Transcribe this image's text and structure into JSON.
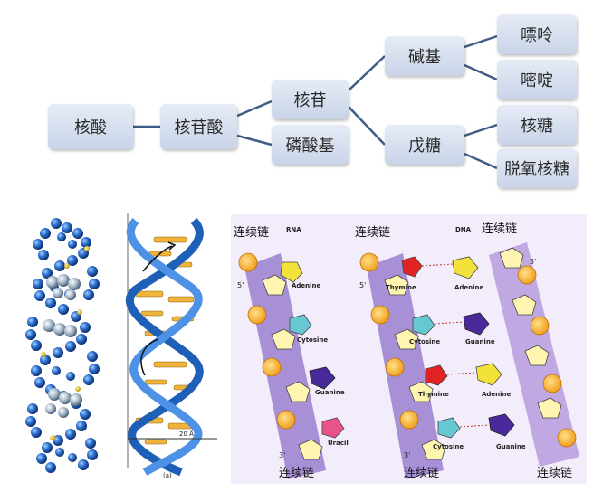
{
  "tree": {
    "root": "核酸",
    "nucleotide": "核苷酸",
    "nucleoside": "核苷",
    "phosphate": "磷酸基",
    "base": "碱基",
    "pentose": "戊糖",
    "purine": "嘌呤",
    "pyrimidine": "嘧啶",
    "ribose": "核糖",
    "deoxyribose": "脱氧核糖"
  },
  "figure": {
    "rna_title": "RNA",
    "dna_title": "DNA",
    "chain_label": "连续链",
    "five_prime": "5'",
    "three_prime": "3'",
    "helix_width": "20 Å",
    "panel_label": "(a)",
    "rna_bases": [
      "Adenine",
      "Cytosine",
      "Guanine",
      "Uracil"
    ],
    "dna_bases": [
      "Thymine",
      "Adenine",
      "Cytosine",
      "Guanine",
      "Thymine",
      "Adenine",
      "Cytosine",
      "Guanine"
    ]
  },
  "colors": {
    "node_top": "#e6ecf6",
    "node_bottom": "#c9d4e8",
    "connector": "#3d5d86",
    "backbone_band": "#8f72c9",
    "panel_bg": "#f0e8f8",
    "phosphate": "#f4b63a",
    "adenine": "#f2e23a",
    "cytosine": "#66c8d2",
    "guanine": "#4a2a9a",
    "uracil": "#e8548a",
    "thymine": "#e02222",
    "helix_blue": "#1e5fb8",
    "helix_base": "#f0b43a"
  }
}
